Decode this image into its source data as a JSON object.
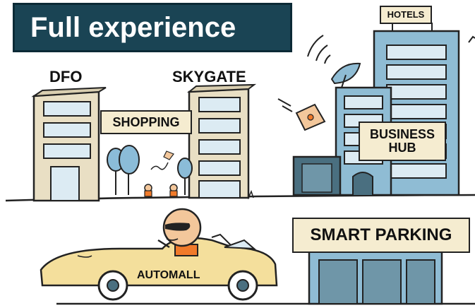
{
  "title": "Full experience",
  "labels": {
    "dfo": "DFO",
    "skygate": "SKYGATE",
    "shopping": "SHOPPING",
    "hotels": "HOTELS",
    "business_hub": "BUSINESS\nHUB",
    "smart_parking": "SMART PARKING",
    "automall": "AUTOMALL"
  },
  "colors": {
    "banner": "#1a4454",
    "building_blue": "#8fbcd4",
    "window": "#dcebf3",
    "sign": "#f5ecd0",
    "car": "#f4df9c",
    "tree": "#8bbcd8",
    "skin": "#f3c79b",
    "shirt": "#f07a2a",
    "building_tan": "#e9dfc4"
  }
}
